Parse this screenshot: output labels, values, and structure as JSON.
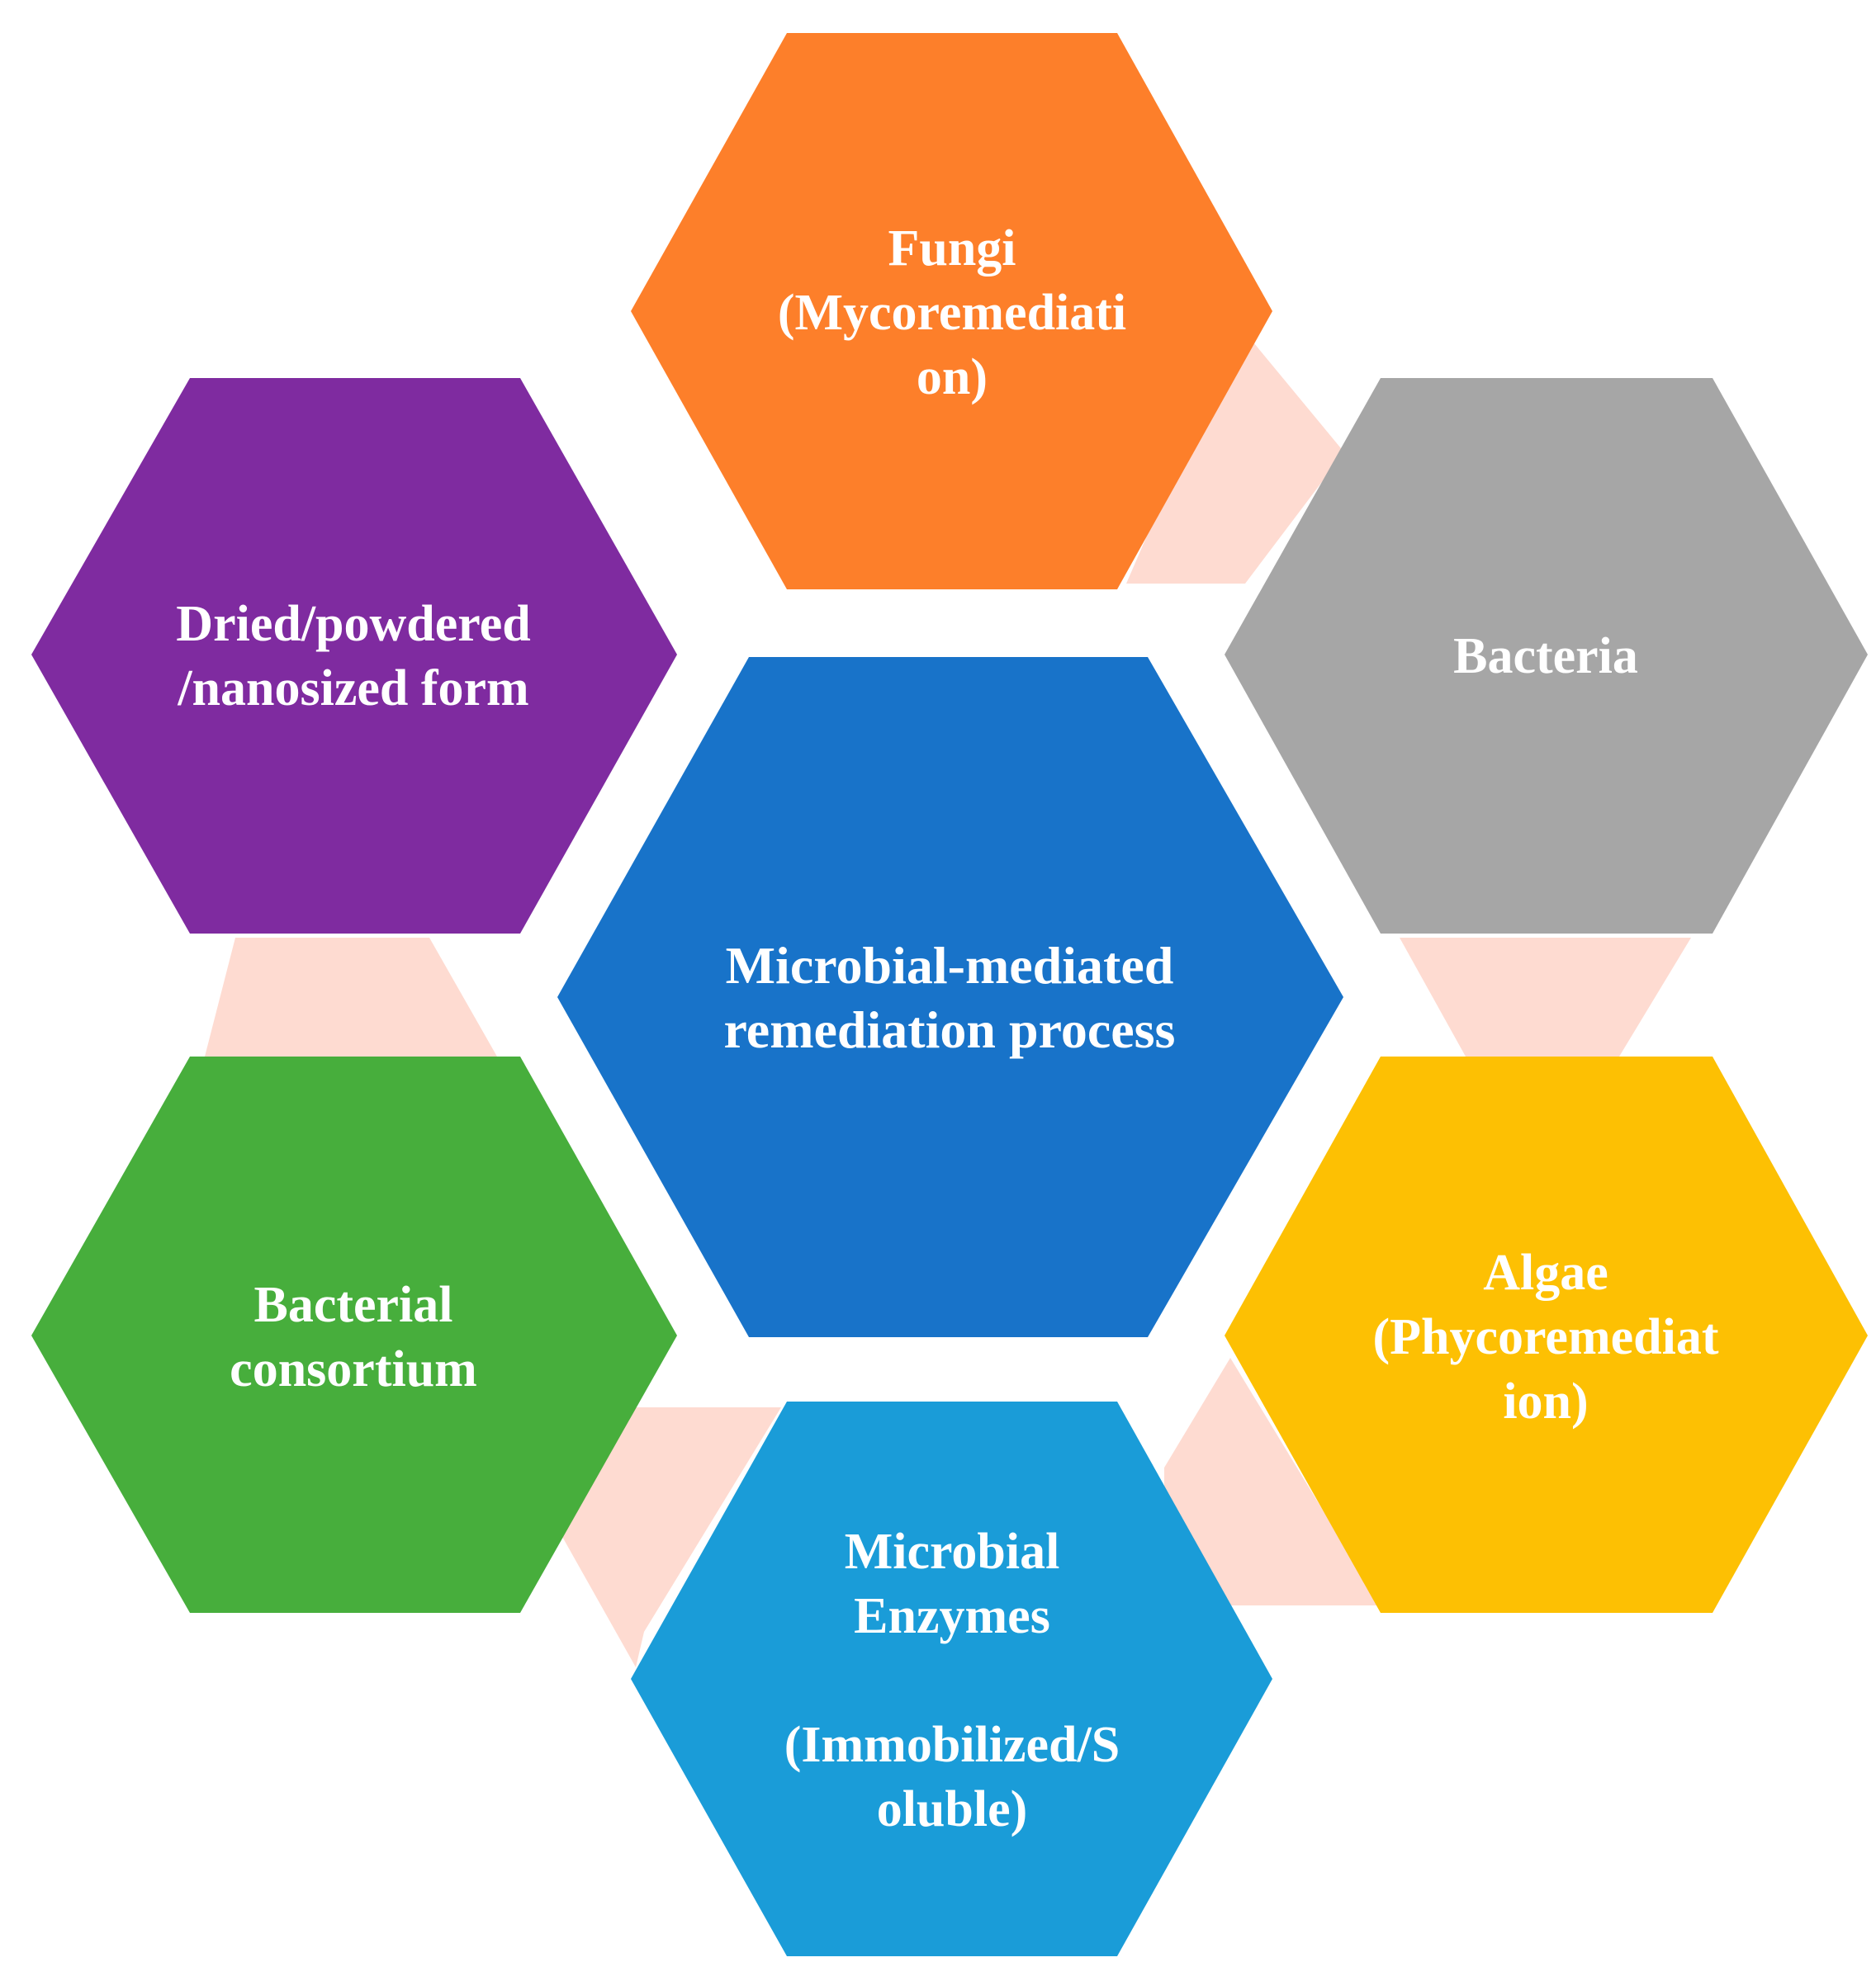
{
  "diagram": {
    "center": {
      "lines": [
        "Microbial-mediated",
        "remediation process"
      ],
      "color": "#1873c9"
    },
    "nodes": [
      {
        "id": "fungi",
        "lines": [
          "Fungi",
          "(Mycoremediati",
          "on)"
        ],
        "color": "#fd7f2a"
      },
      {
        "id": "bacteria",
        "lines": [
          "Bacteria"
        ],
        "color": "#a6a6a6"
      },
      {
        "id": "algae",
        "lines": [
          "Algae",
          "(Phycoremediat",
          "ion)"
        ],
        "color": "#fdc003"
      },
      {
        "id": "enzymes",
        "lines": [
          "Microbial",
          "Enzymes",
          "",
          "(Immobilized/S",
          "oluble)"
        ],
        "color": "#1a9cd8"
      },
      {
        "id": "consortium",
        "lines": [
          "Bacterial",
          "consortium"
        ],
        "color": "#47ae3c"
      },
      {
        "id": "dried",
        "lines": [
          "Dried/powdered",
          "/nanosized form"
        ],
        "color": "#7f2ba0"
      }
    ],
    "connector_color": "#fedbd1",
    "text_color": "#ffffff",
    "background": "#ffffff"
  }
}
